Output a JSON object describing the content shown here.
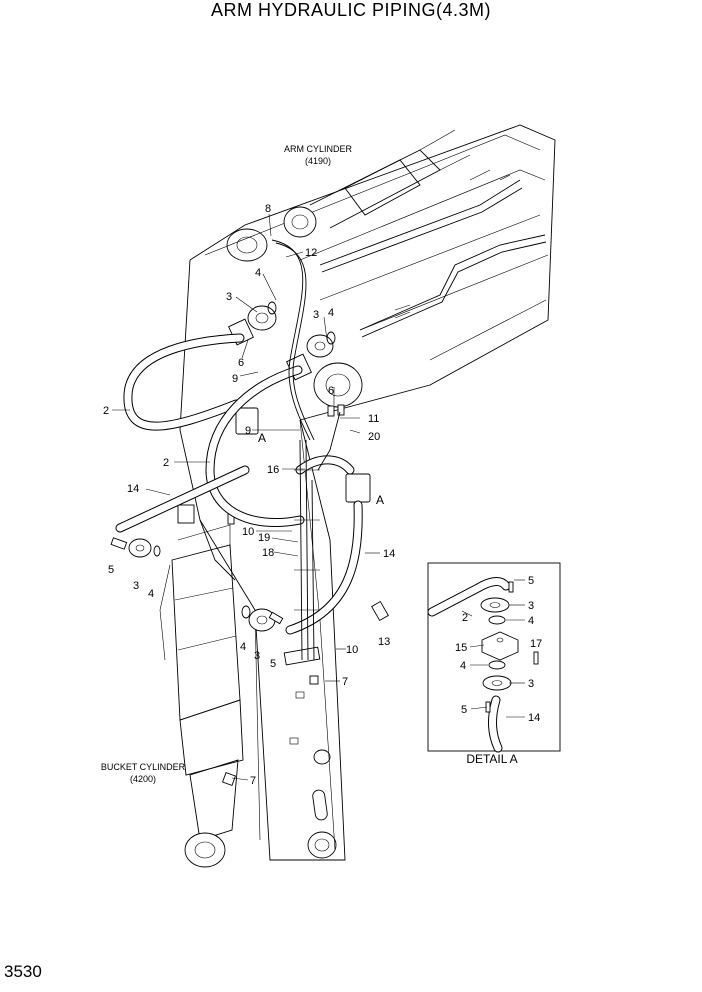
{
  "title": "ARM HYDRAULIC PIPING(4.3M)",
  "page_number": "3530",
  "callouts": {
    "arm_cylinder_name": "ARM CYLINDER",
    "arm_cylinder_ref": "(4190)",
    "bucket_cylinder_name": "BUCKET CYLINDER",
    "bucket_cylinder_ref": "(4200)",
    "detail_caption": "DETAIL  A"
  },
  "detail_marker": "A",
  "part_numbers": {
    "p2": "2",
    "p3": "3",
    "p4": "4",
    "p5": "5",
    "p6": "6",
    "p7": "7",
    "p8": "8",
    "p9": "9",
    "p10": "10",
    "p11": "11",
    "p12": "12",
    "p13": "13",
    "p14": "14",
    "p15": "15",
    "p16": "16",
    "p17": "17",
    "p18": "18",
    "p19": "19",
    "p20": "20"
  }
}
